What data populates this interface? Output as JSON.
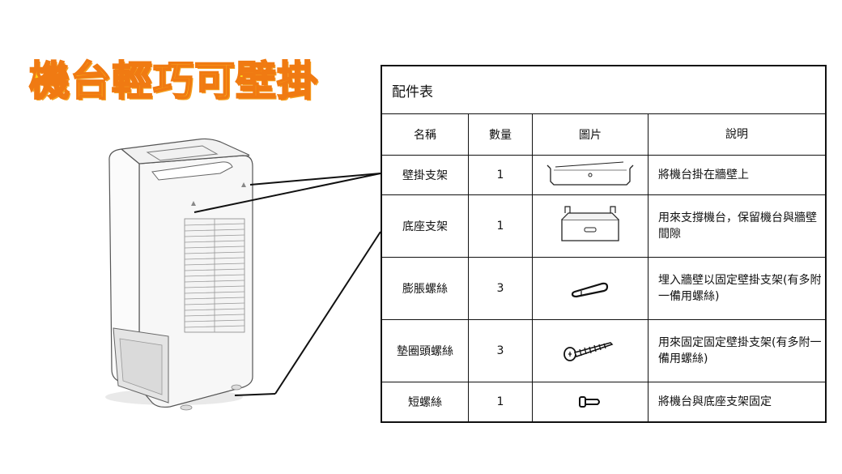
{
  "headline": "機台輕巧可壁掛",
  "table": {
    "caption": "配件表",
    "headers": {
      "name": "名稱",
      "qty": "數量",
      "picture": "圖片",
      "desc": "說明"
    },
    "rows": [
      {
        "name": "壁掛支架",
        "qty": "1",
        "icon": "wall-bracket-icon",
        "desc": "將機台掛在牆壁上"
      },
      {
        "name": "底座支架",
        "qty": "1",
        "icon": "base-bracket-icon",
        "desc": "用來支撐機台，保留機台與牆壁間隙"
      },
      {
        "name": "膨脹螺絲",
        "qty": "3",
        "icon": "anchor-plug-icon",
        "desc": "埋入牆壁以固定壁掛支架(有多附一備用螺絲)"
      },
      {
        "name": "墊圈頭螺絲",
        "qty": "3",
        "icon": "washer-screw-icon",
        "desc": "用來固定固定壁掛支架(有多附一備用螺絲)"
      },
      {
        "name": "短螺絲",
        "qty": "1",
        "icon": "short-screw-icon",
        "desc": "將機台與底座支架固定"
      }
    ]
  }
}
